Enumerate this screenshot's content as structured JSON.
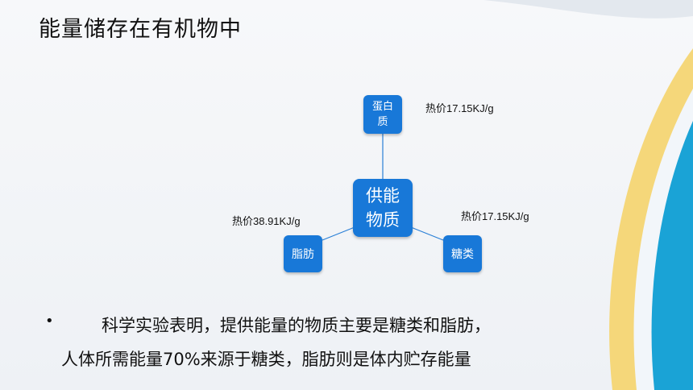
{
  "slide": {
    "title": "能量储存在有机物中"
  },
  "diagram": {
    "center": {
      "line1": "供能",
      "line2": "物质"
    },
    "protein": {
      "line1": "蛋白",
      "line2": "质",
      "heat": "热价17.15KJ/g"
    },
    "fat": {
      "label": "脂肪",
      "heat": "热价38.91KJ/g"
    },
    "sugar": {
      "label": "糖类",
      "heat": "热价17.15KJ/g"
    }
  },
  "bullet": {
    "symbol": "•",
    "line1": "科学实验表明，提供能量的物质主要是糖类和脂肪，",
    "line2": "人体所需能量70%来源于糖类，脂肪则是体内贮存能量"
  },
  "colors": {
    "node": "#1878d8",
    "connector": "#2a7fd6",
    "deco_yellow": "#f5d77a",
    "deco_blue": "#1aa3d6"
  }
}
